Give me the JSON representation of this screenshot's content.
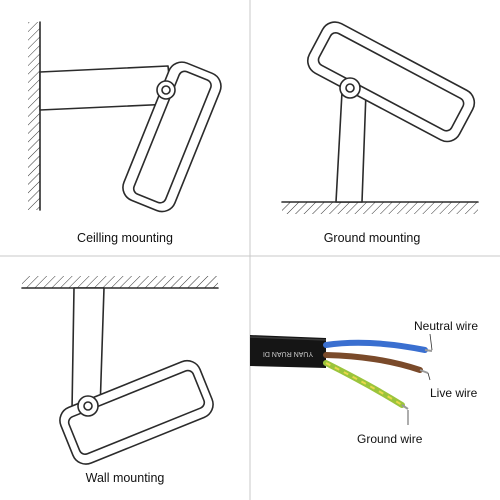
{
  "panels": {
    "top_left": {
      "caption": "Ceilling mounting"
    },
    "top_right": {
      "caption": "Ground mounting"
    },
    "bottom_left": {
      "caption": "Wall mounting"
    },
    "bottom_right": {
      "cable_print": "YUAN RUAN DI",
      "wires": [
        {
          "label": "Neutral wire",
          "color": "#3a6fd0"
        },
        {
          "label": "Live wire",
          "color": "#7a4a2a"
        },
        {
          "label": "Ground wire",
          "color": "#9bc43c"
        }
      ]
    }
  },
  "colors": {
    "divider": "#c8c8c8",
    "line": "#2b2b2b",
    "cable_jacket": "#151515"
  }
}
